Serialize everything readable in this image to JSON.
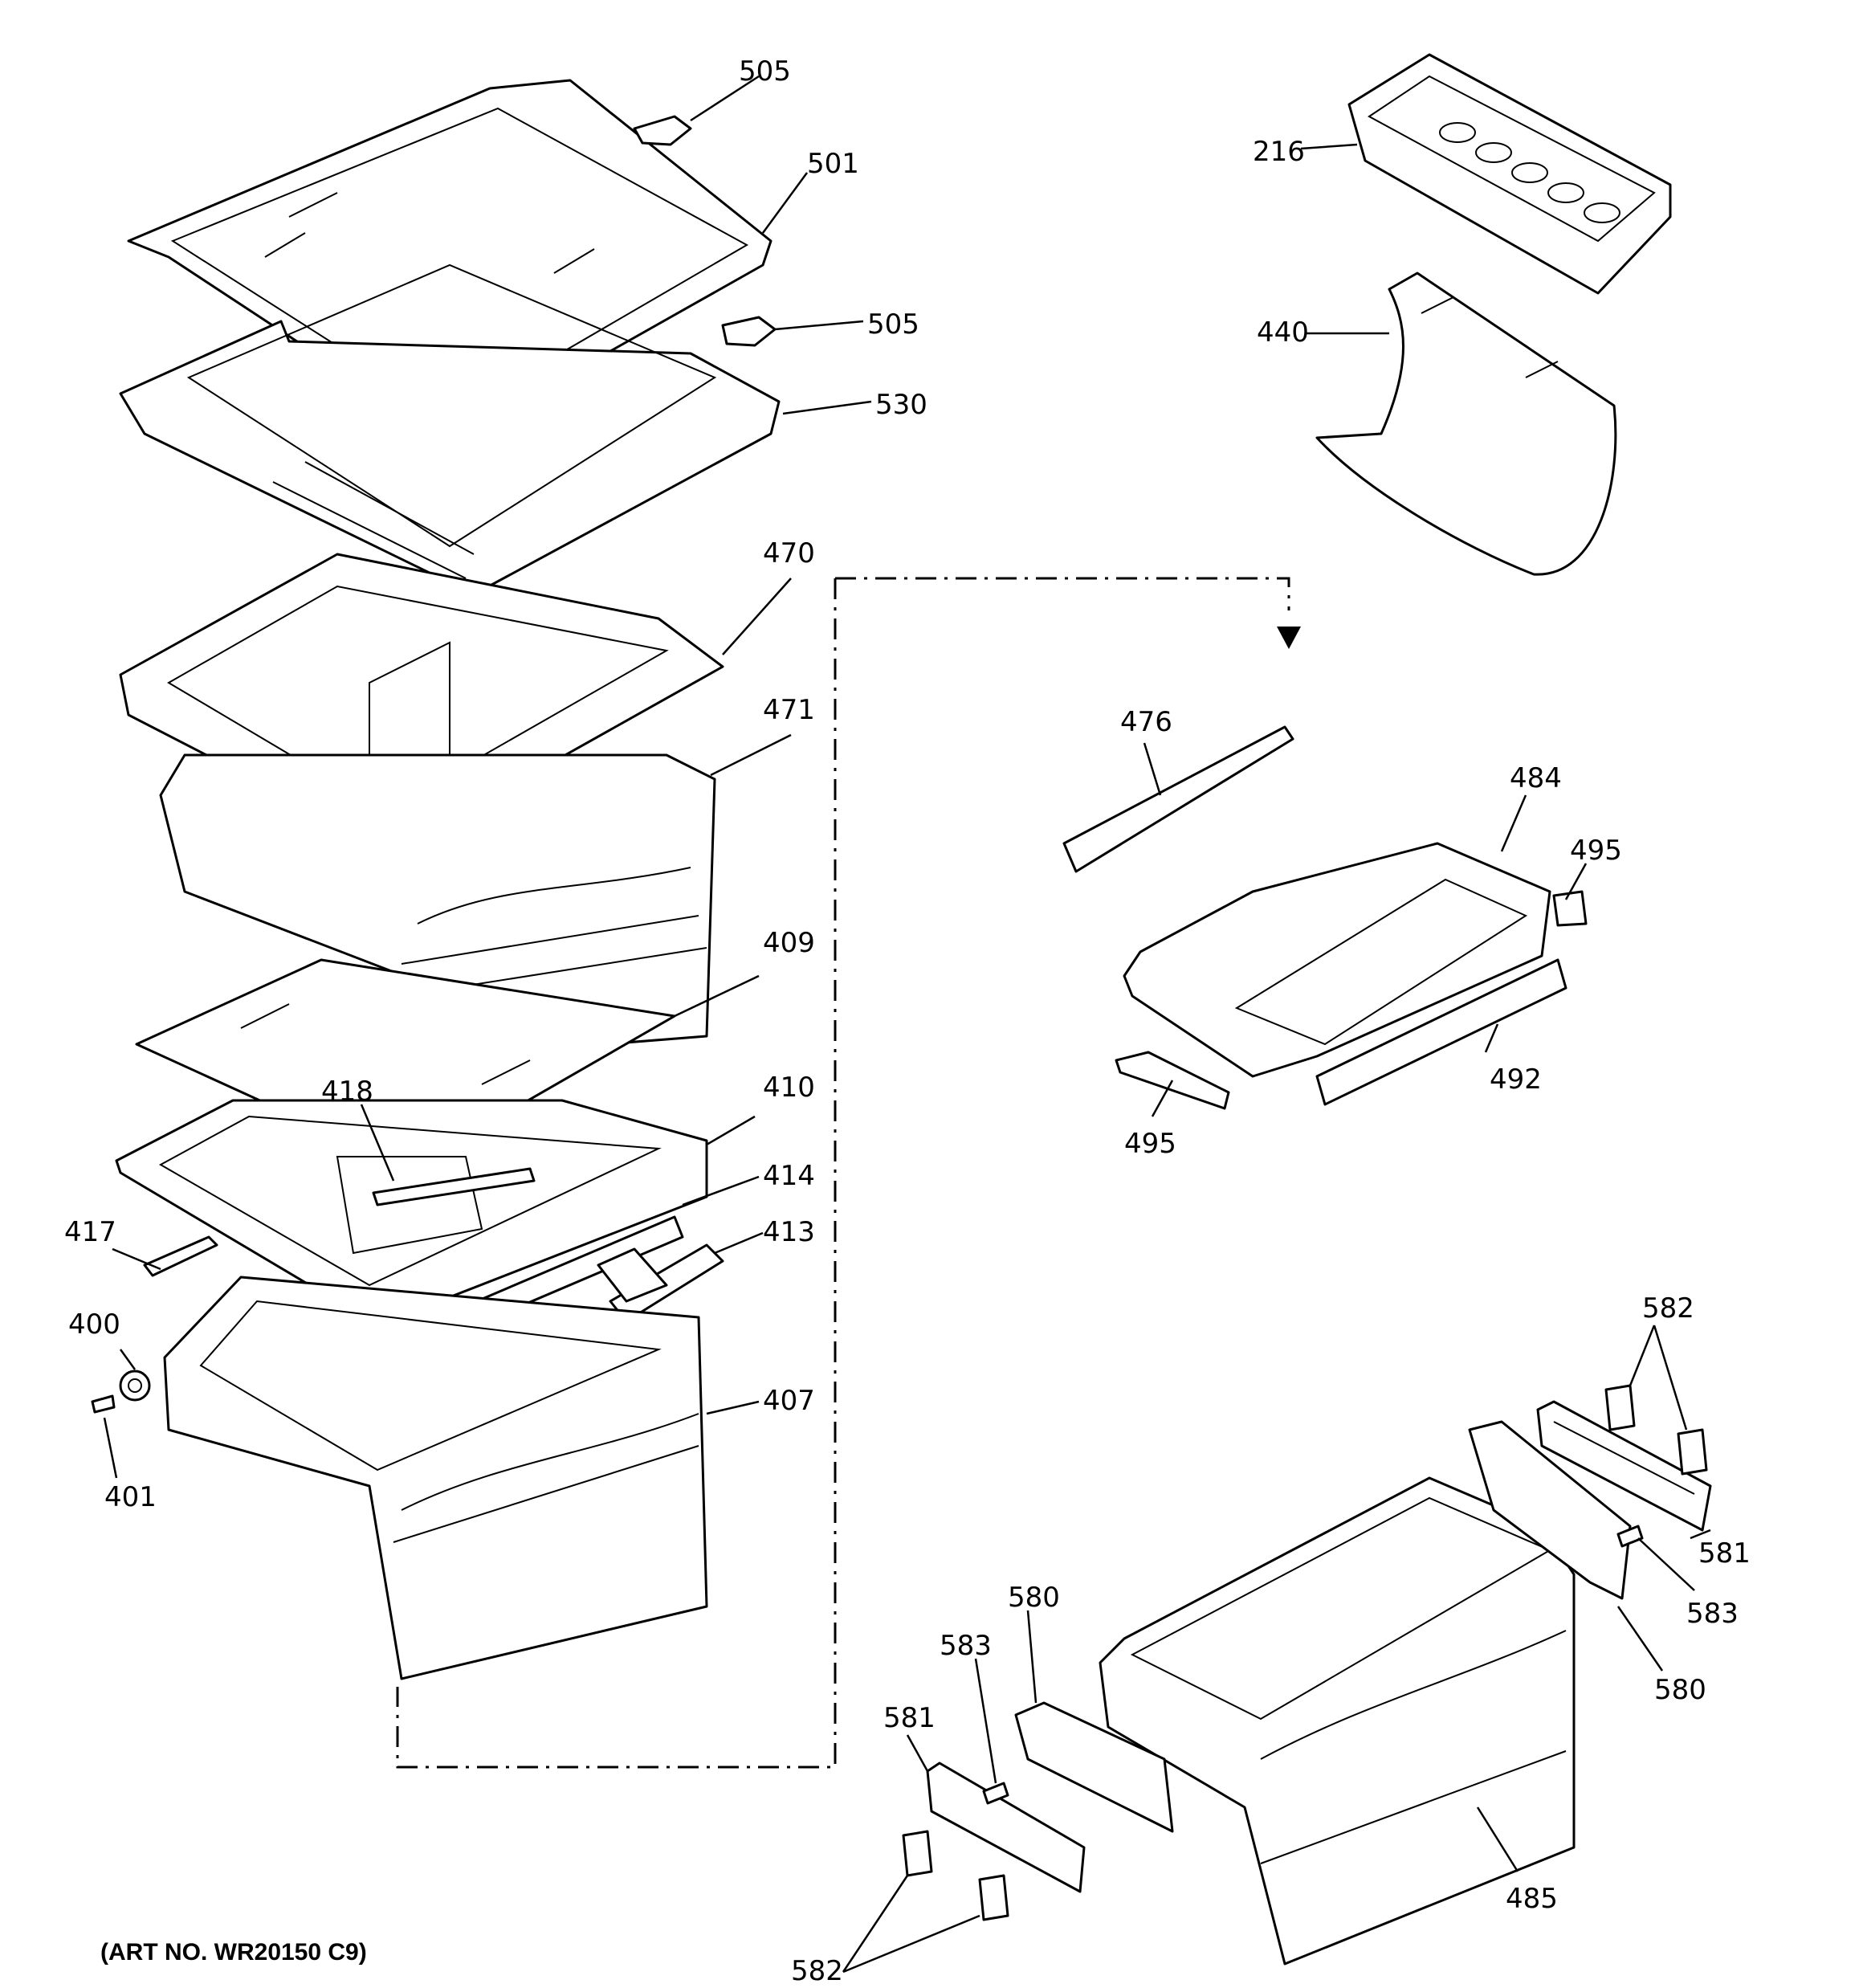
{
  "labels": {
    "l505a": "505",
    "l501": "501",
    "l505b": "505",
    "l530": "530",
    "l470": "470",
    "l471": "471",
    "l409": "409",
    "l418": "418",
    "l410": "410",
    "l414": "414",
    "l417": "417",
    "l413": "413",
    "l400": "400",
    "l401": "401",
    "l407": "407",
    "l216": "216",
    "l440": "440",
    "l476": "476",
    "l484": "484",
    "l495a": "495",
    "l492": "492",
    "l495b": "495",
    "l582a": "582",
    "l581a": "581",
    "l583a": "583",
    "l580a": "580",
    "l580b": "580",
    "l583b": "583",
    "l581b": "581",
    "l582b": "582",
    "l485": "485"
  },
  "art_number": "(ART NO. WR20150 C9)"
}
